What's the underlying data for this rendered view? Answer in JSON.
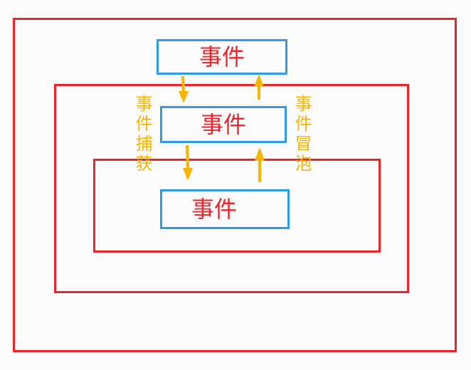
{
  "outer_box": {
    "label": "事件"
  },
  "middle_box": {
    "label": "事件"
  },
  "inner_box": {
    "label": "事件"
  },
  "capture_label": "事件捕获",
  "bubble_label": "事件冒泡",
  "colors": {
    "container_border": "#e8262b",
    "event_box_border": "#2f9be3",
    "event_text": "#e8262b",
    "arrow": "#f7b500",
    "phase_text": "#f7b500"
  },
  "icons": [
    "arrow-down-icon",
    "arrow-up-icon"
  ]
}
